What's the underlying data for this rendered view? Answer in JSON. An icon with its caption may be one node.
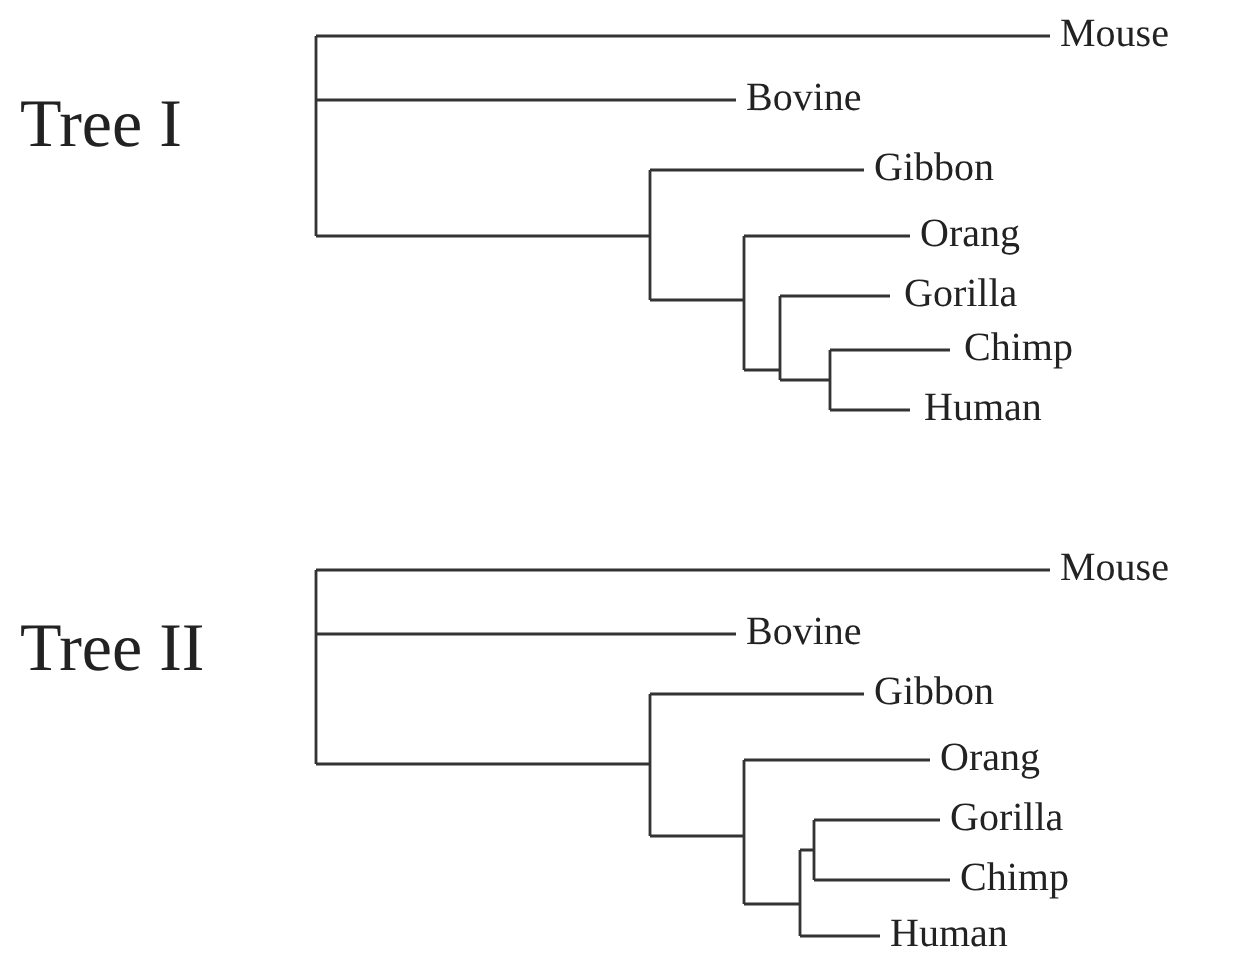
{
  "diagram": {
    "labels": [
      "Tree I",
      "Mouse",
      "Bovine",
      "Gibbon",
      "Orang",
      "Gorilla",
      "Chimp",
      "Human",
      "Tree II",
      "Mouse",
      "Bovine",
      "Gibbon",
      "Orang",
      "Gorilla",
      "Chimp",
      "Human"
    ]
  }
}
